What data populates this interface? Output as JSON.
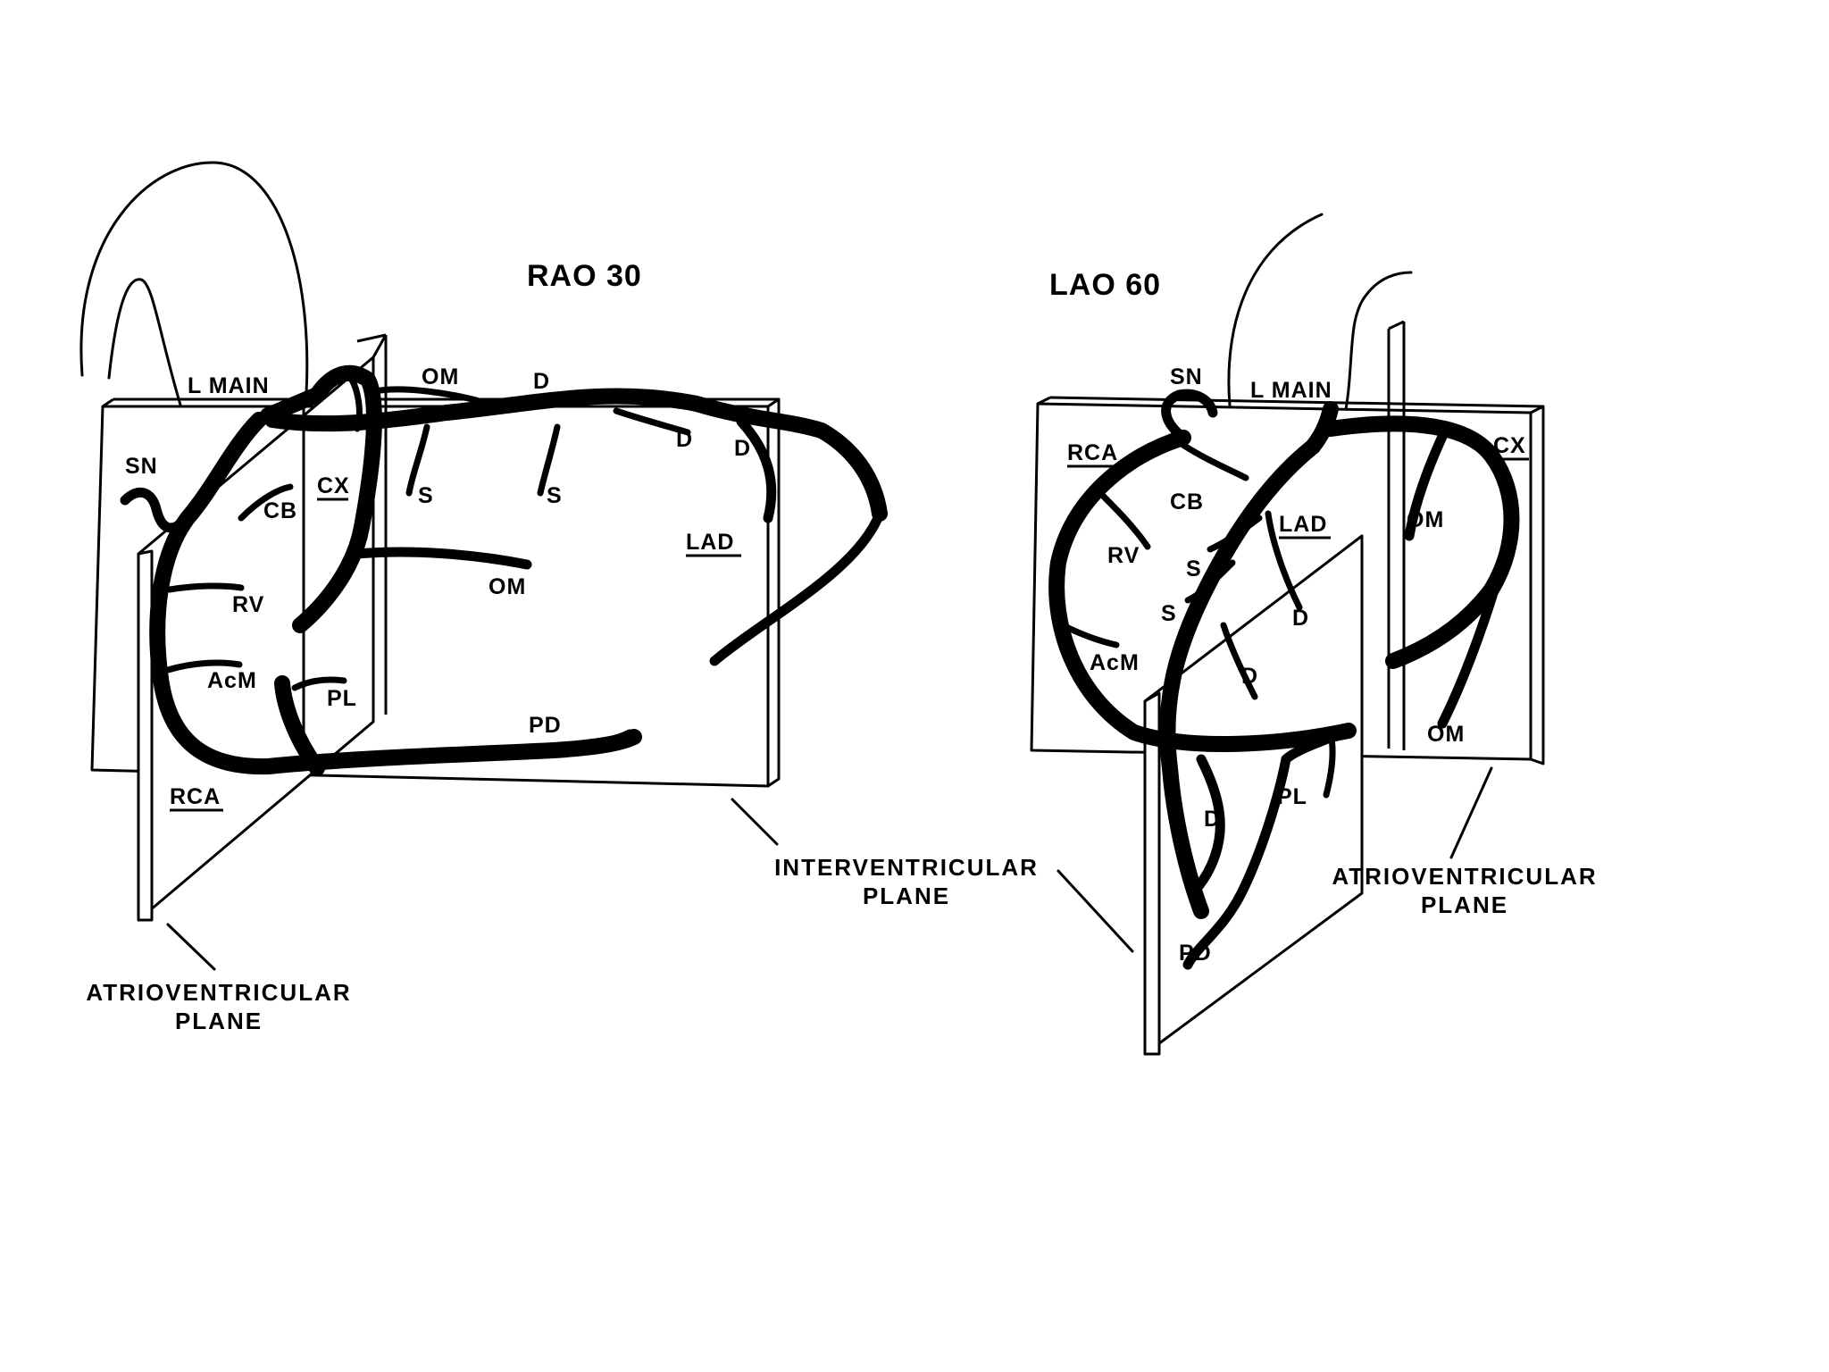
{
  "rao": {
    "title": "RAO 30",
    "labels": {
      "l_main": "L MAIN",
      "om_top": "OM",
      "d_top": "D",
      "sn": "SN",
      "cb": "CB",
      "cx": "CX",
      "s1": "S",
      "s2": "S",
      "d2": "D",
      "d3": "D",
      "lad": "LAD",
      "om_mid": "OM",
      "rv": "RV",
      "acm": "AcM",
      "pl": "PL",
      "pd": "PD",
      "rca": "RCA"
    },
    "plane_caption": [
      "ATRIOVENTRICULAR",
      "PLANE"
    ]
  },
  "lao": {
    "title": "LAO 60",
    "labels": {
      "sn": "SN",
      "l_main": "L MAIN",
      "rca": "RCA",
      "cx": "CX",
      "cb": "CB",
      "lad": "LAD",
      "om1": "OM",
      "rv": "RV",
      "s1": "S",
      "s2": "S",
      "d1": "D",
      "d2": "D",
      "acm": "AcM",
      "om2": "OM",
      "d3": "D",
      "pl": "PL",
      "pd": "PD"
    },
    "plane_caption": [
      "ATRIOVENTRICULAR",
      "PLANE"
    ]
  },
  "shared": {
    "interventricular_caption": [
      "INTERVENTRICULAR",
      "PLANE"
    ]
  }
}
